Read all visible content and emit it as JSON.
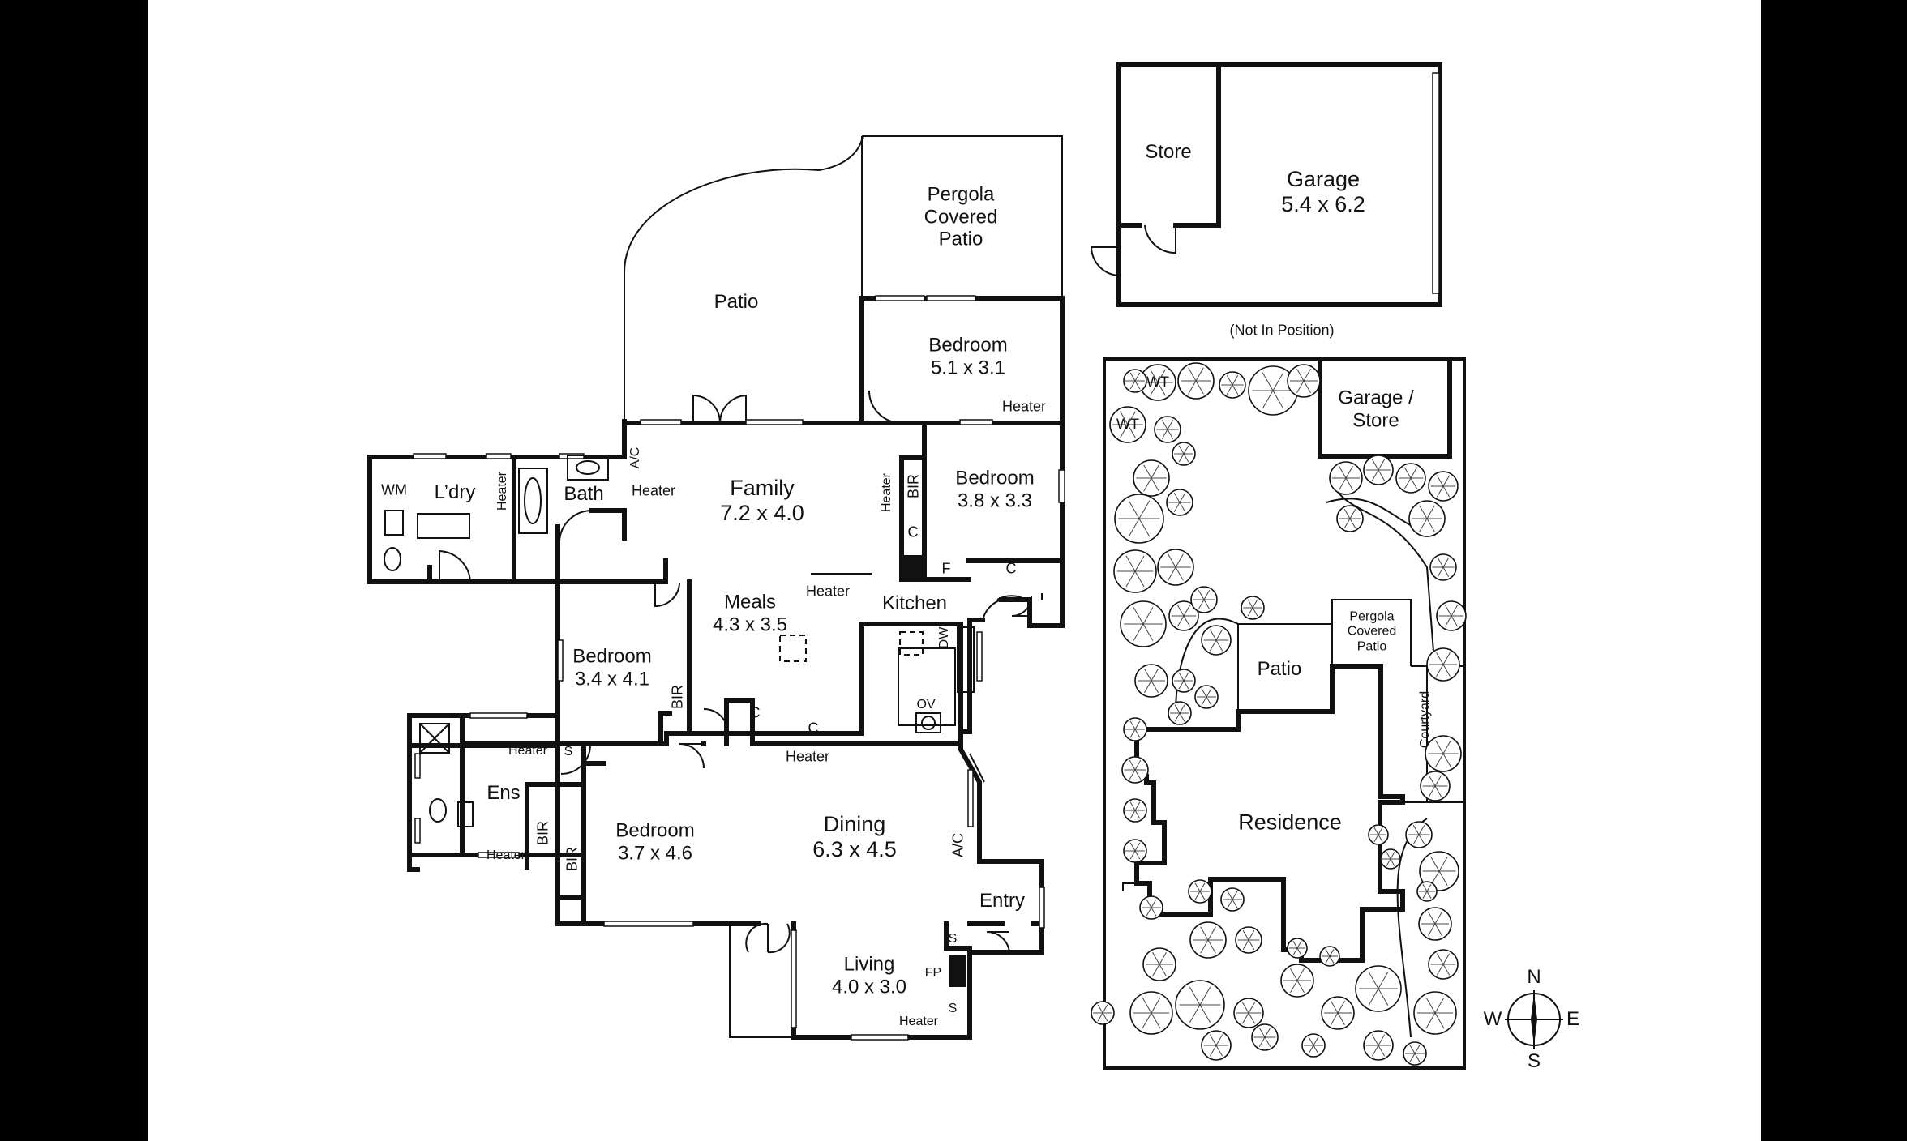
{
  "floorplan": {
    "rooms": {
      "pergola_covered_patio": "Pergola\nCovered\nPatio",
      "patio": "Patio",
      "bedroom_top": "Bedroom\n5.1 x 3.1",
      "heater_bedroom_top": "Heater",
      "family": "Family\n7.2 x 4.0",
      "bedroom_right": "Bedroom\n3.8 x 3.3",
      "bir_right": "BIR",
      "heater_family": "Heater",
      "c_1": "C",
      "f": "F",
      "c_2": "C",
      "meals": "Meals\n4.3 x 3.5",
      "heater_meals": "Heater",
      "kitchen": "Kitchen",
      "dw": "DW",
      "ov": "OV",
      "c_3": "C",
      "c_4": "C",
      "heater_kitchen": "Heater",
      "wm": "WM",
      "laundry": "L’dry",
      "heater_laundry": "Heater",
      "bath": "Bath",
      "heater_bath": "Heater",
      "ac_top": "A/C",
      "bedroom_left": "Bedroom\n3.4 x 4.1",
      "bir_left": "BIR",
      "ensuite": "Ens",
      "heater_ens_top": "Heater",
      "s_ens": "S",
      "bir_ens": "BIR",
      "bir_bed": "BIR",
      "heater_ens_bottom": "Heater",
      "bedroom_bottom": "Bedroom\n3.7 x 4.6",
      "dining": "Dining\n6.3 x 4.5",
      "ac_dining": "A/C",
      "entry": "Entry",
      "living": "Living\n4.0 x 3.0",
      "s_1": "S",
      "fp": "FP",
      "s_2": "S",
      "heater_living": "Heater"
    },
    "outbuilding": {
      "store": "Store",
      "garage": "Garage\n5.4 x 6.2",
      "note": "(Not In Position)"
    }
  },
  "siteplan": {
    "wt_1": "WT",
    "wt_2": "WT",
    "garage_store": "Garage /\nStore",
    "pergola": "Pergola\nCovered\nPatio",
    "patio": "Patio",
    "courtyard": "Courtyard",
    "residence": "Residence"
  },
  "compass": {
    "n": "N",
    "s": "S",
    "e": "E",
    "w": "W"
  }
}
